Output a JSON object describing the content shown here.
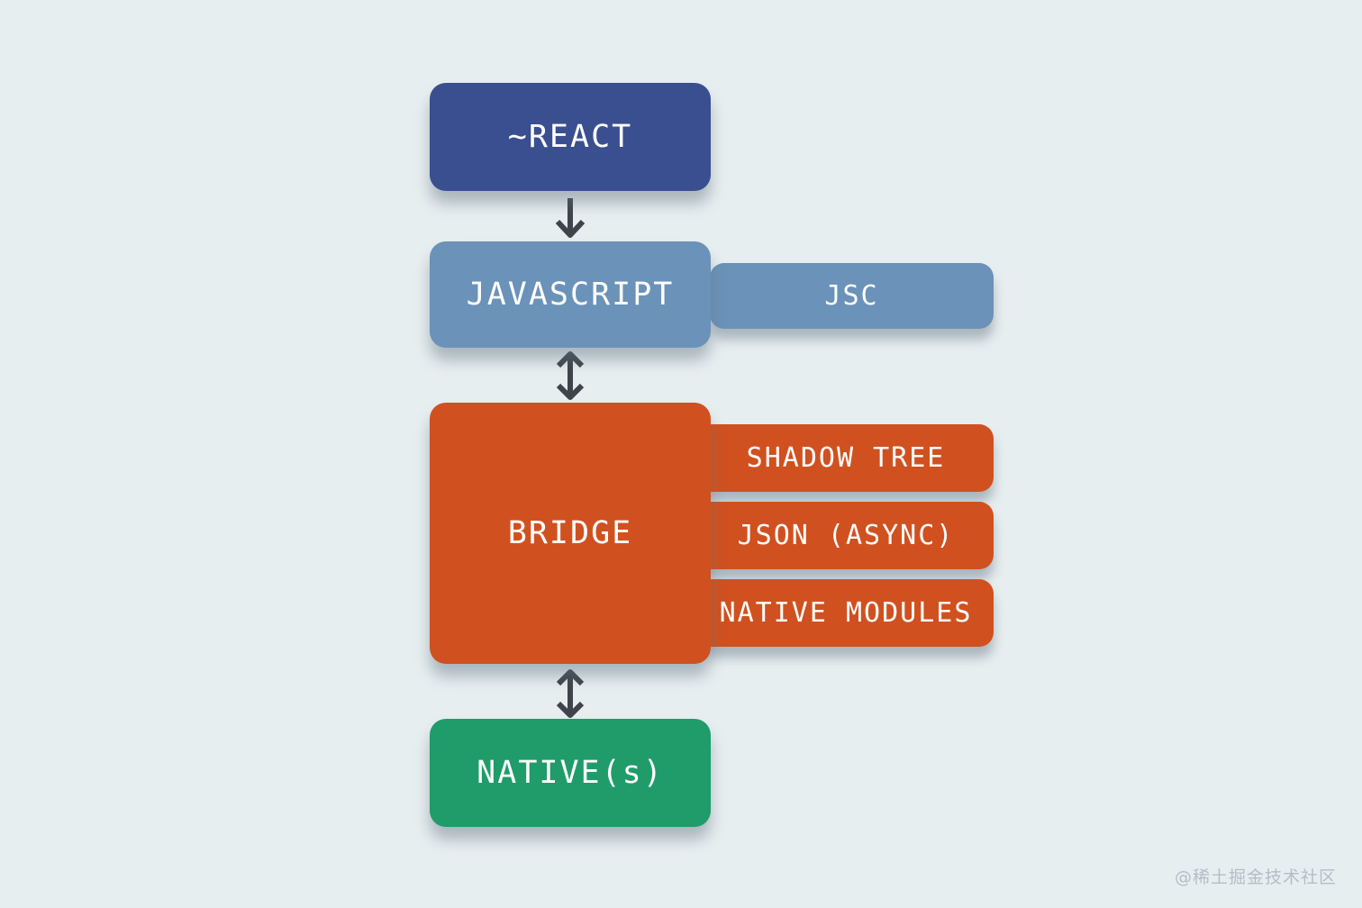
{
  "nodes": {
    "react": {
      "label": "~REACT"
    },
    "javascript": {
      "label": "JAVASCRIPT"
    },
    "jsc": {
      "label": "JSC"
    },
    "bridge": {
      "label": "BRIDGE"
    },
    "shadow_tree": {
      "label": "SHADOW TREE"
    },
    "json_async": {
      "label": "JSON (ASYNC)"
    },
    "native_modules": {
      "label": "NATIVE MODULES"
    },
    "native": {
      "label": "NATIVE(s)"
    }
  },
  "arrows": {
    "react_to_javascript": "down",
    "javascript_to_bridge": "bidirectional",
    "bridge_to_native": "bidirectional"
  },
  "colors": {
    "react": "#3a4f90",
    "javascript": "#6b92b8",
    "bridge": "#d0511f",
    "native": "#1f9c69",
    "arrow": "#3e444a",
    "background": "#e7eef0",
    "text": "#ffffff"
  },
  "watermark": {
    "text": "@稀土掘金技术社区"
  }
}
